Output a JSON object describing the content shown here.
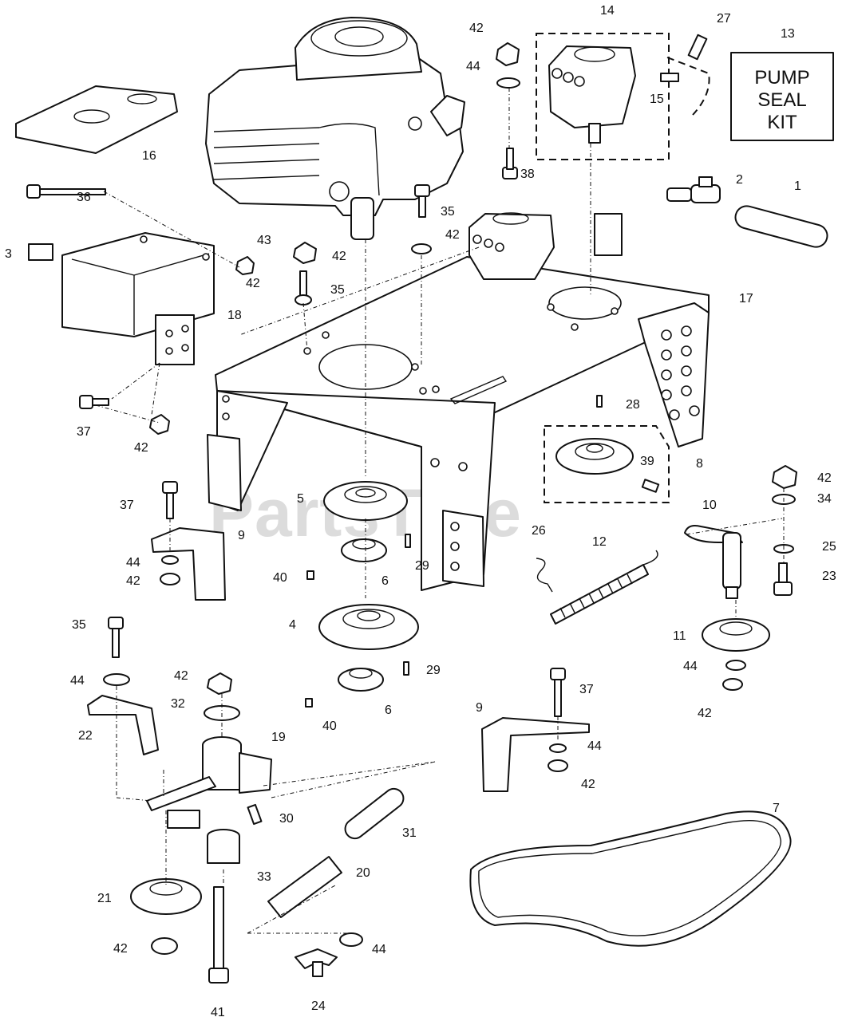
{
  "watermark": "PartsTree",
  "kit_label": [
    "PUMP",
    "SEAL",
    "KIT"
  ],
  "callouts": [
    {
      "id": "c1",
      "text": "1"
    },
    {
      "id": "c2",
      "text": "2"
    },
    {
      "id": "c3",
      "text": "3"
    },
    {
      "id": "c4",
      "text": "4"
    },
    {
      "id": "c5",
      "text": "5"
    },
    {
      "id": "c6a",
      "text": "6"
    },
    {
      "id": "c6b",
      "text": "6"
    },
    {
      "id": "c7",
      "text": "7"
    },
    {
      "id": "c8",
      "text": "8"
    },
    {
      "id": "c9a",
      "text": "9"
    },
    {
      "id": "c9b",
      "text": "9"
    },
    {
      "id": "c10",
      "text": "10"
    },
    {
      "id": "c11",
      "text": "11"
    },
    {
      "id": "c12",
      "text": "12"
    },
    {
      "id": "c13",
      "text": "13"
    },
    {
      "id": "c14",
      "text": "14"
    },
    {
      "id": "c15",
      "text": "15"
    },
    {
      "id": "c16",
      "text": "16"
    },
    {
      "id": "c17",
      "text": "17"
    },
    {
      "id": "c18",
      "text": "18"
    },
    {
      "id": "c19",
      "text": "19"
    },
    {
      "id": "c20",
      "text": "20"
    },
    {
      "id": "c21",
      "text": "21"
    },
    {
      "id": "c22",
      "text": "22"
    },
    {
      "id": "c23",
      "text": "23"
    },
    {
      "id": "c24",
      "text": "24"
    },
    {
      "id": "c25",
      "text": "25"
    },
    {
      "id": "c26",
      "text": "26"
    },
    {
      "id": "c27",
      "text": "27"
    },
    {
      "id": "c28",
      "text": "28"
    },
    {
      "id": "c29a",
      "text": "29"
    },
    {
      "id": "c29b",
      "text": "29"
    },
    {
      "id": "c30",
      "text": "30"
    },
    {
      "id": "c31",
      "text": "31"
    },
    {
      "id": "c32",
      "text": "32"
    },
    {
      "id": "c33",
      "text": "33"
    },
    {
      "id": "c34",
      "text": "34"
    },
    {
      "id": "c35a",
      "text": "35"
    },
    {
      "id": "c35b",
      "text": "35"
    },
    {
      "id": "c35c",
      "text": "35"
    },
    {
      "id": "c36",
      "text": "36"
    },
    {
      "id": "c37a",
      "text": "37"
    },
    {
      "id": "c37b",
      "text": "37"
    },
    {
      "id": "c37c",
      "text": "37"
    },
    {
      "id": "c38",
      "text": "38"
    },
    {
      "id": "c39",
      "text": "39"
    },
    {
      "id": "c40a",
      "text": "40"
    },
    {
      "id": "c40b",
      "text": "40"
    },
    {
      "id": "c41",
      "text": "41"
    },
    {
      "id": "c42a",
      "text": "42"
    },
    {
      "id": "c42b",
      "text": "42"
    },
    {
      "id": "c42c",
      "text": "42"
    },
    {
      "id": "c42d",
      "text": "42"
    },
    {
      "id": "c42e",
      "text": "42"
    },
    {
      "id": "c42f",
      "text": "42"
    },
    {
      "id": "c42g",
      "text": "42"
    },
    {
      "id": "c42h",
      "text": "42"
    },
    {
      "id": "c42i",
      "text": "42"
    },
    {
      "id": "c42j",
      "text": "42"
    },
    {
      "id": "c42k",
      "text": "42"
    },
    {
      "id": "c43",
      "text": "43"
    },
    {
      "id": "c44a",
      "text": "44"
    },
    {
      "id": "c44b",
      "text": "44"
    },
    {
      "id": "c44c",
      "text": "44"
    },
    {
      "id": "c44d",
      "text": "44"
    },
    {
      "id": "c44e",
      "text": "44"
    },
    {
      "id": "c44f",
      "text": "44"
    }
  ]
}
